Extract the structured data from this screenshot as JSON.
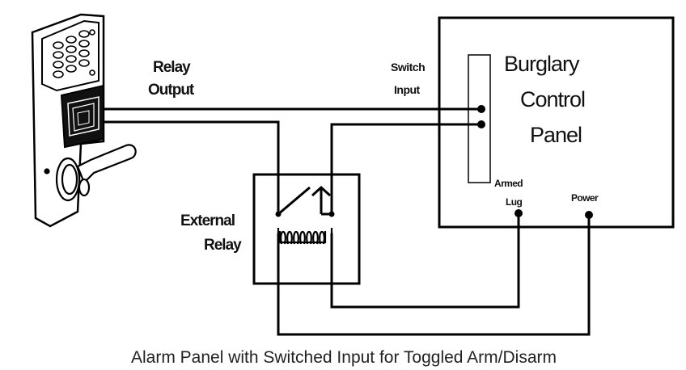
{
  "labels": {
    "relay_output": [
      "Relay",
      "Output"
    ],
    "switch_input": [
      "Switch",
      "Input"
    ],
    "panel_title": [
      "Burglary",
      "Control",
      "Panel"
    ],
    "armed_lug": [
      "Armed",
      "Lug"
    ],
    "power": "Power",
    "external_relay": [
      "External",
      "Relay"
    ]
  },
  "caption": "Alarm Panel with Switched Input for Toggled Arm/Disarm"
}
